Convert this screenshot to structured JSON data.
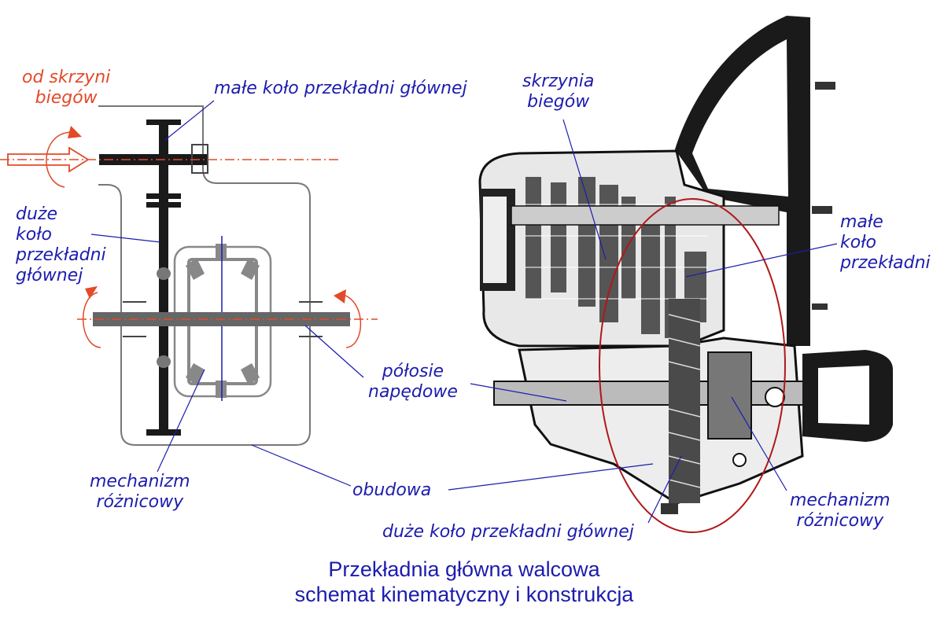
{
  "labels": {
    "from_gearbox": [
      "od skrzyni",
      "biegów"
    ],
    "small_gear_top": "małe koło przekładni głównej",
    "gearbox": [
      "skrzynia",
      "biegów"
    ],
    "large_gear_left": [
      "duże",
      "koło",
      "przekładni",
      "głównej"
    ],
    "small_gear_right": [
      "małe",
      "koło",
      "przekładni"
    ],
    "half_shafts": [
      "półosie",
      "napędowe"
    ],
    "differential_left": [
      "mechanizm",
      "różnicowy"
    ],
    "housing": "obudowa",
    "differential_right": [
      "mechanizm",
      "różnicowy"
    ],
    "large_gear_bottom": "duże koło przekładni głównej"
  },
  "caption": {
    "line1": "Przekładnia główna walcowa",
    "line2": "schemat kinematyczny i konstrukcja"
  },
  "colors": {
    "label_blue": "#1c1cae",
    "accent_red": "#e24a2a",
    "ellipse_red": "#b01818",
    "shaft_gray": "#666666"
  }
}
